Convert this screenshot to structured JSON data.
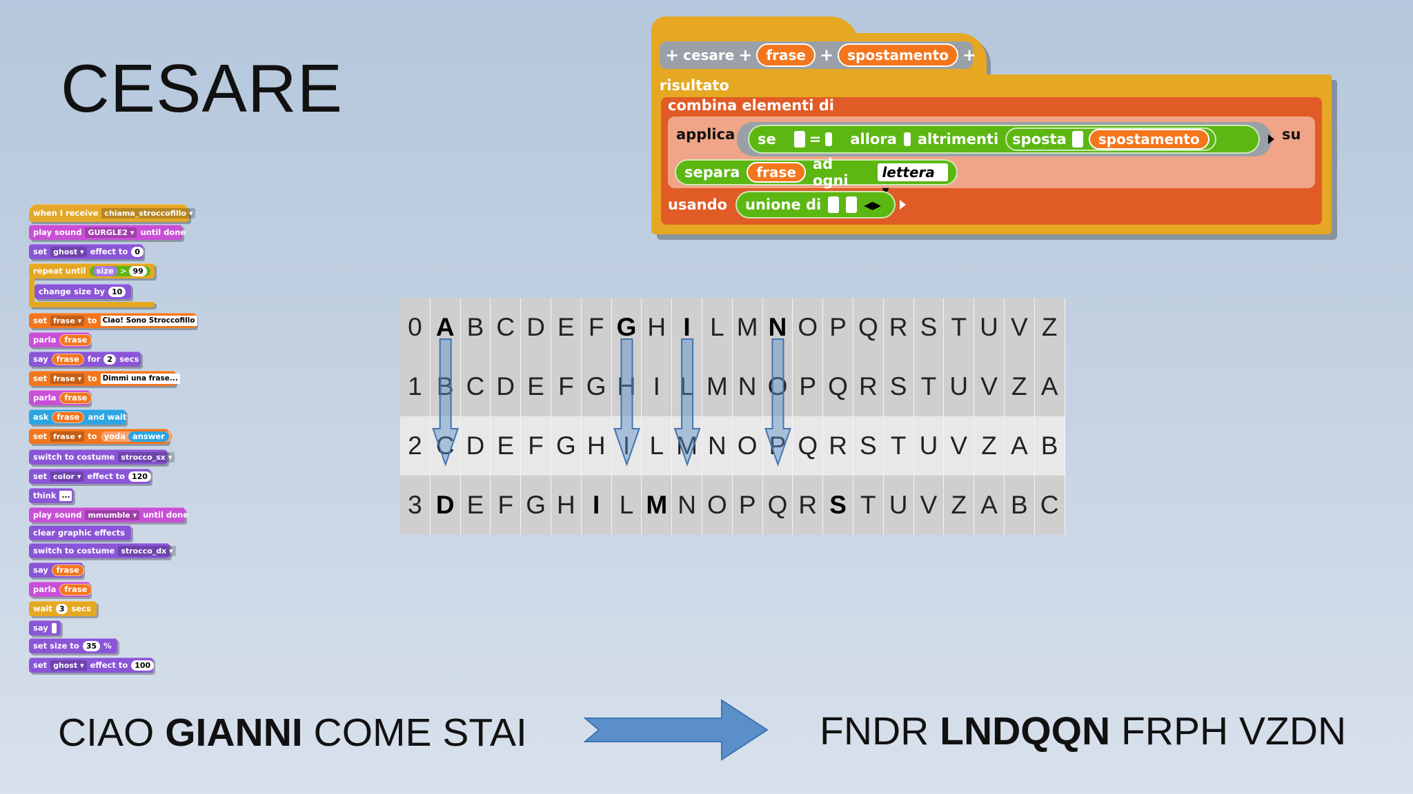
{
  "title": "CESARE",
  "script": {
    "when_receive": "when I receive",
    "message": "chiama_stroccofillo",
    "play_sound_1": "play sound",
    "sound_1": "GURGLE2",
    "until_done": "until done",
    "set": "set",
    "ghost": "ghost",
    "effect_to": "effect to",
    "zero": "0",
    "repeat_until": "repeat until",
    "size": "size",
    "gt": ">",
    "ninety_nine": "99",
    "change_size_by": "change size by",
    "ten": "10",
    "frase": "frase",
    "to": "to",
    "frase_value_1": "Ciao! Sono Stroccofillo",
    "parla": "parla",
    "say": "say",
    "for": "for",
    "two": "2",
    "secs": "secs",
    "frase_value_2": "Dimmi una frase...",
    "ask": "ask",
    "and_wait": "and wait",
    "yoda": "yoda",
    "answer": "answer",
    "switch_costume": "switch to costume",
    "costume_1": "strocco_sx",
    "color": "color",
    "one_twenty": "120",
    "think": "think",
    "ellipsis": "...",
    "sound_2": "mmumble",
    "clear_effects": "clear graphic effects",
    "costume_2": "strocco_dx",
    "wait": "wait",
    "three": "3",
    "set_size_to": "set size to",
    "thirty_five": "35",
    "percent": "%",
    "hundred": "100"
  },
  "cesare_block": {
    "name": "cesare",
    "param_1": "frase",
    "param_2": "spostamento",
    "result_var": "risultato",
    "combine": "combina elementi di",
    "apply": "applica",
    "if": "se",
    "equals": "=",
    "then": "allora",
    "else": "altrimenti",
    "shift": "sposta",
    "shift_param": "spostamento",
    "on": "su",
    "split": "separa",
    "split_var": "frase",
    "by_each": "ad ogni",
    "letter": "lettera",
    "using": "usando",
    "union": "unione di"
  },
  "alphabet_table": {
    "rows": [
      {
        "index": "0",
        "letters": [
          "A",
          "B",
          "C",
          "D",
          "E",
          "F",
          "G",
          "H",
          "I",
          "L",
          "M",
          "N",
          "O",
          "P",
          "Q",
          "R",
          "S",
          "T",
          "U",
          "V",
          "Z"
        ],
        "bold": [
          0,
          6,
          8,
          11
        ]
      },
      {
        "index": "1",
        "letters": [
          "B",
          "C",
          "D",
          "E",
          "F",
          "G",
          "H",
          "I",
          "L",
          "M",
          "N",
          "O",
          "P",
          "Q",
          "R",
          "S",
          "T",
          "U",
          "V",
          "Z",
          "A"
        ],
        "bold": []
      },
      {
        "index": "2",
        "letters": [
          "C",
          "D",
          "E",
          "F",
          "G",
          "H",
          "I",
          "L",
          "M",
          "N",
          "O",
          "P",
          "Q",
          "R",
          "S",
          "T",
          "U",
          "V",
          "Z",
          "A",
          "B"
        ],
        "bold": []
      },
      {
        "index": "3",
        "letters": [
          "D",
          "E",
          "F",
          "G",
          "H",
          "I",
          "L",
          "M",
          "N",
          "O",
          "P",
          "Q",
          "R",
          "S",
          "T",
          "U",
          "V",
          "Z",
          "A",
          "B",
          "C"
        ],
        "bold": [
          0,
          5,
          7,
          13
        ]
      }
    ]
  },
  "plain_text": {
    "before": "CIAO ",
    "bold": "GIANNI",
    "after": " COME STAI"
  },
  "cipher_text": {
    "before": "FNDR ",
    "bold": "LNDQQN",
    "after": " FRPH VZDN"
  },
  "colors": {
    "arrow": "#5b8fc9",
    "events": "#e5a82a",
    "sound": "#c94fd6",
    "looks": "#8a55d7",
    "variables": "#f3761d",
    "operators": "#5cb712"
  }
}
